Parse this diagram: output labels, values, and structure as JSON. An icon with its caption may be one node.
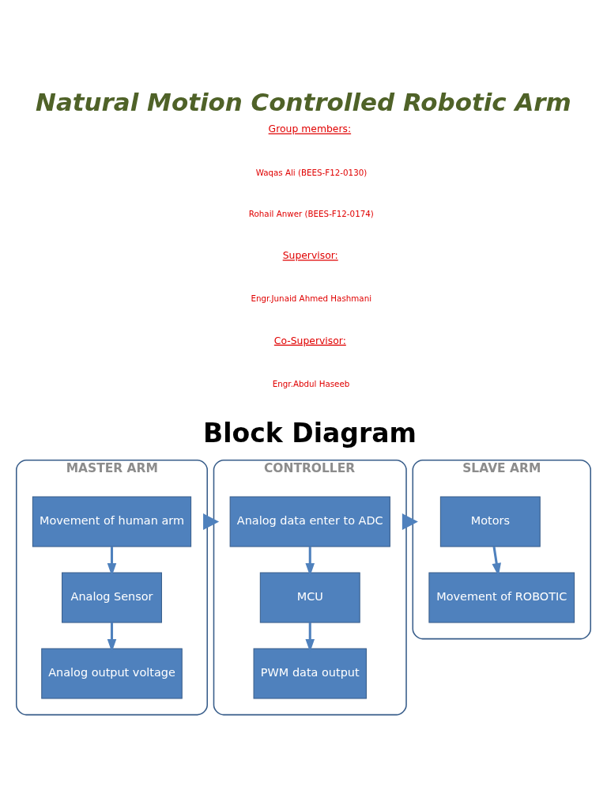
{
  "diagram": {
    "title": "Natural Motion Controlled Robotic Arm",
    "nodes": [
      {
        "text": [
          "MASTER ARM"
        ]
      },
      {
        "text": [
          "Movement of human arm"
        ],
        "in": 0
      },
      {
        "text": [
          "Analog Sensor"
        ],
        "in": 0
      },
      {
        "text": [
          "Analog output voltage"
        ],
        "in": 0
      },
      {
        "text": [
          "CONTROLLER"
        ]
      },
      {
        "text": [
          "Analog data enter to ADC"
        ],
        "in": 4
      },
      {
        "text": [
          "MCU"
        ],
        "in": 4
      },
      {
        "text": [
          "PWM data output"
        ],
        "in": 4
      },
      {
        "text": [
          "SLAVE ARM"
        ]
      },
      {
        "text": [
          "Motors"
        ],
        "in": 8
      },
      {
        "text": [
          "Movement of ROBOTIC"
        ],
        "in": 8
      }
    ],
    "edges": [
      {
        "from": 1,
        "to": 2,
        "arrow": "to"
      },
      {
        "from": 2,
        "to": 3,
        "arrow": "to"
      },
      {
        "from": 0,
        "to": 4,
        "arrow": "to",
        "style": "thick"
      },
      {
        "from": 5,
        "to": 6,
        "arrow": "to"
      },
      {
        "from": 6,
        "to": 7,
        "arrow": "to"
      },
      {
        "from": 4,
        "to": 8,
        "arrow": "to",
        "style": "thick"
      },
      {
        "from": 9,
        "to": 10,
        "arrow": "to"
      }
    ],
    "labels": [
      "Group members:",
      "Waqas Ali (BEES-F12-0130)",
      "Rohail Anwer (BEES-F12-0174)",
      "Supervisor:",
      "Engr.Junaid Ahmed Hashmani",
      "Co-Supervisor:",
      "Engr.Abdul Haseeb",
      "Block Diagram"
    ]
  }
}
